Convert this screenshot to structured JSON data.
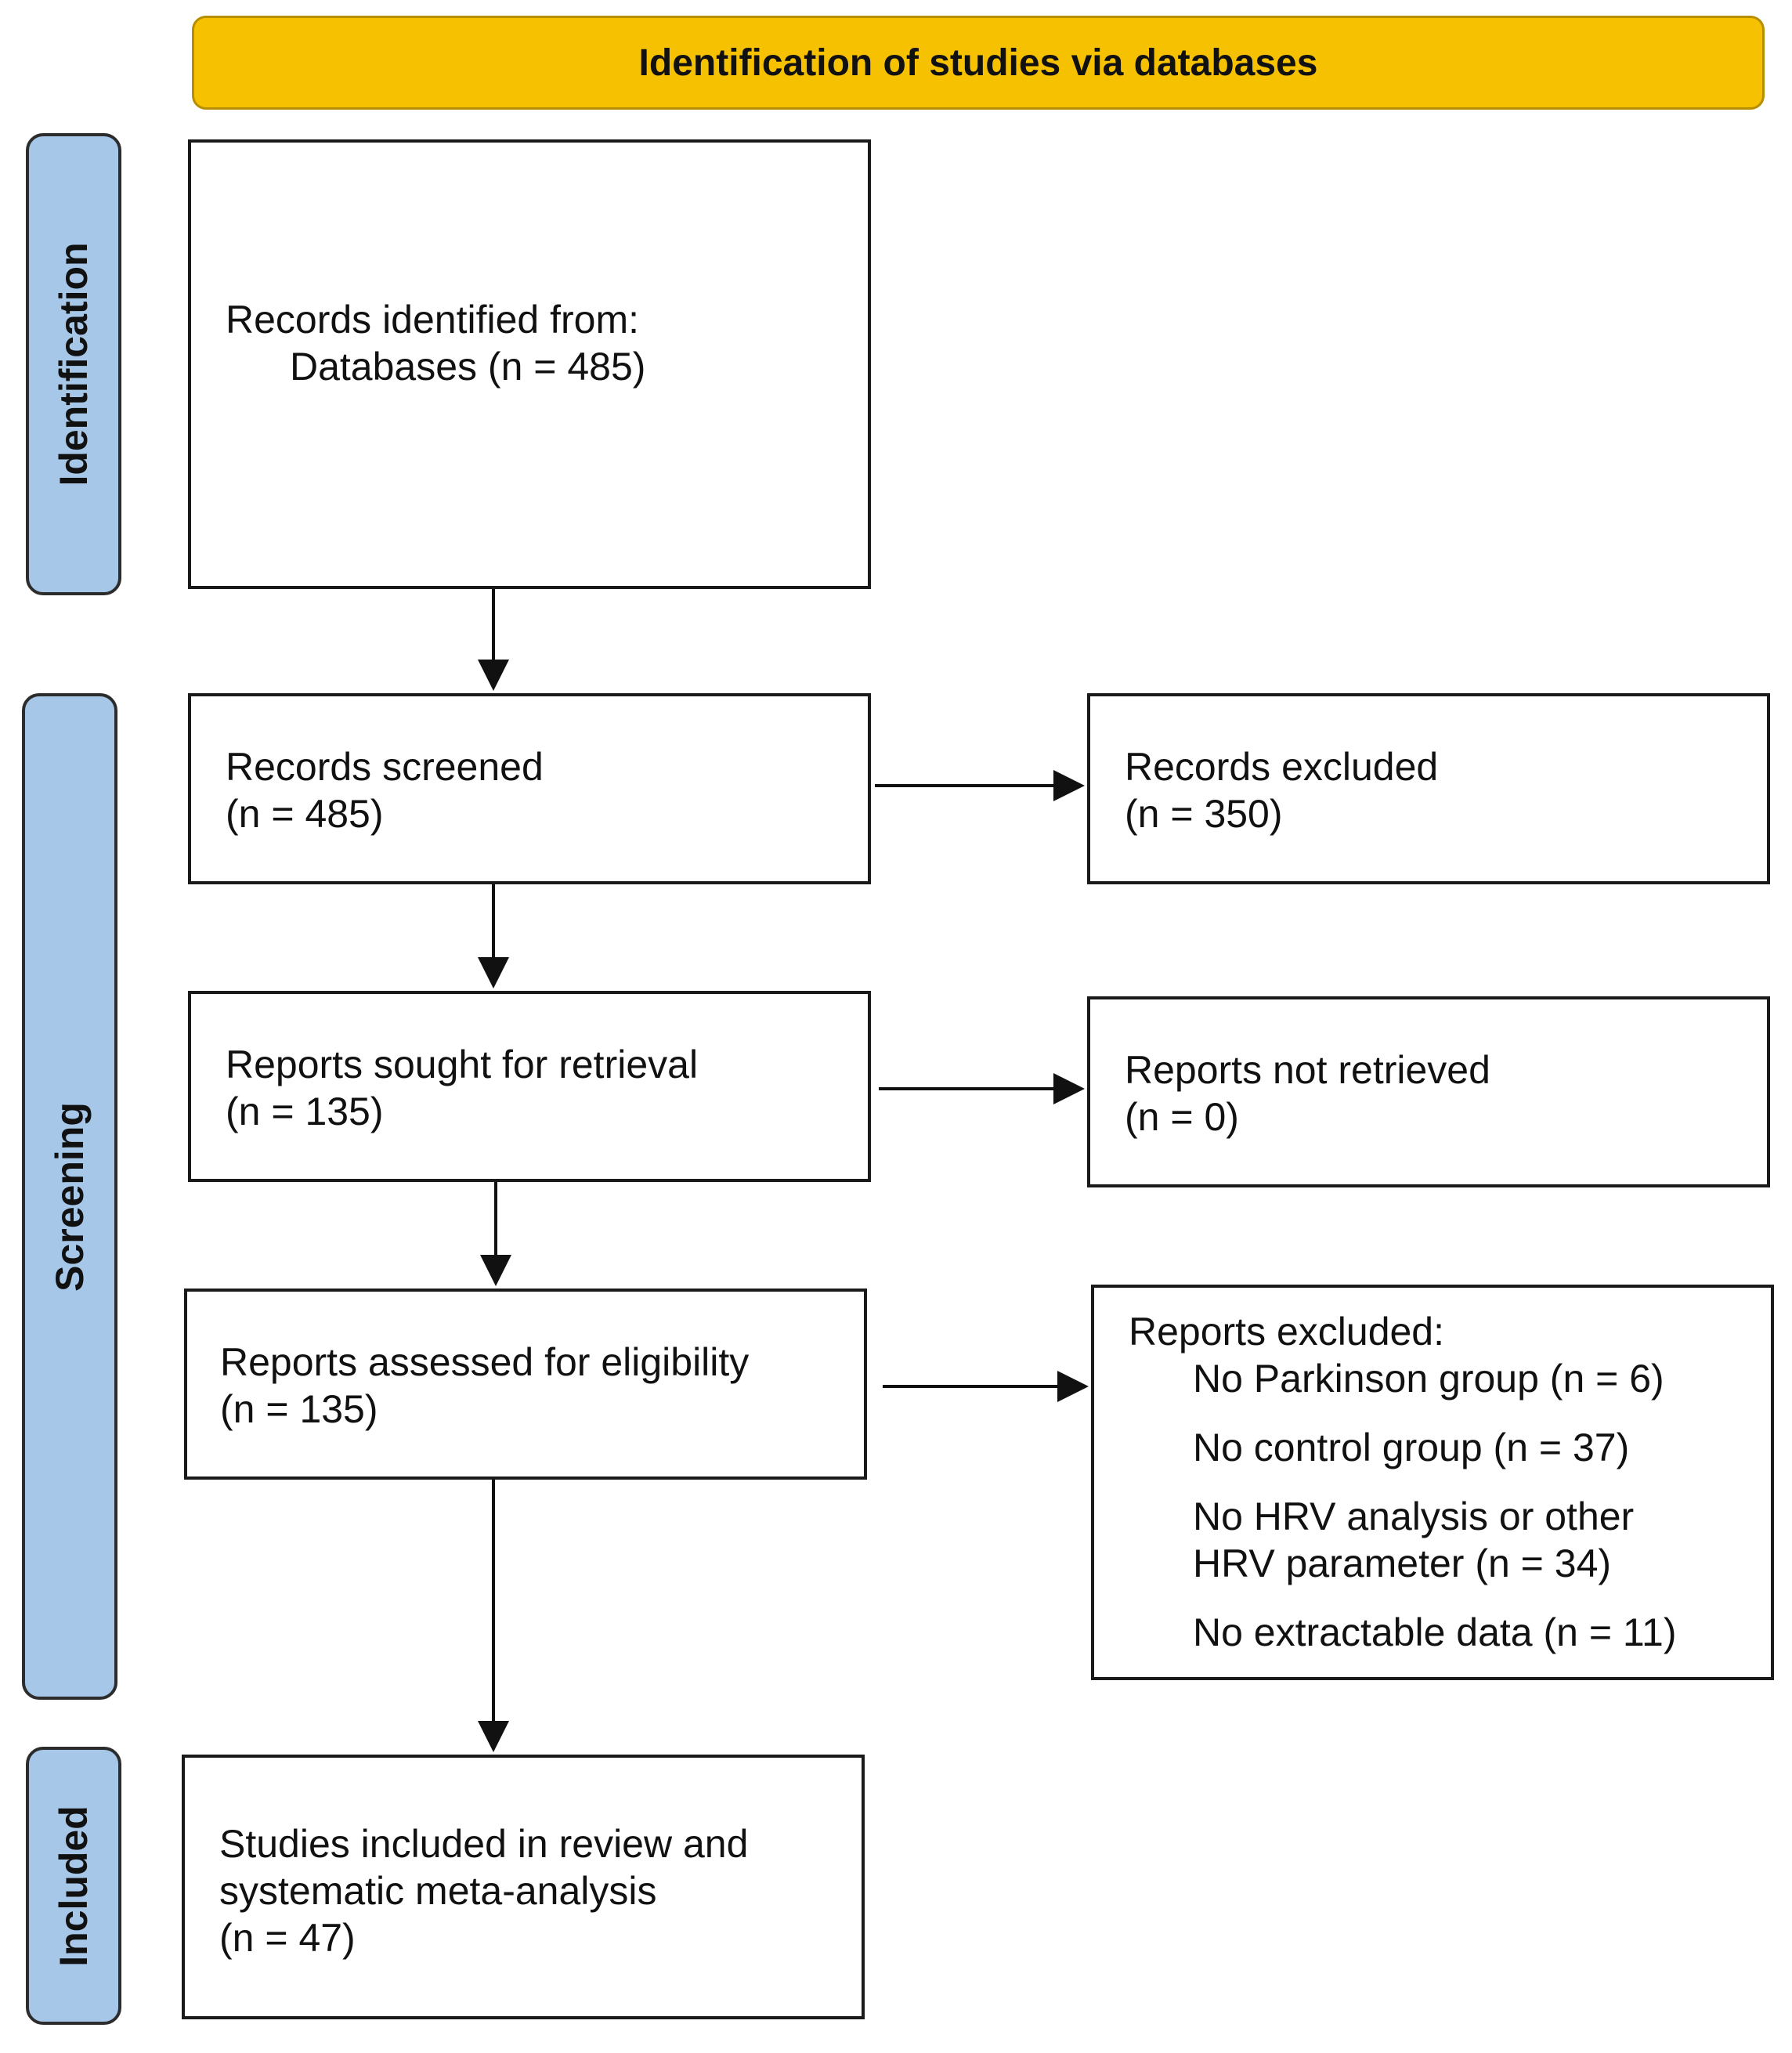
{
  "header": {
    "title": "Identification of studies via databases",
    "color": "#f6c100"
  },
  "phases": {
    "identification": "Identification",
    "screening": "Screening",
    "included": "Included",
    "color": "#a6c7e8"
  },
  "boxes": {
    "identified": {
      "line1": "Records identified from:",
      "line2": "Databases (n = 485)"
    },
    "screened": {
      "line1": "Records screened",
      "line2": "(n = 485)"
    },
    "excluded": {
      "line1": "Records excluded",
      "line2": "(n = 350)"
    },
    "sought": {
      "line1": "Reports sought for retrieval",
      "line2": "(n = 135)"
    },
    "not_retrieved": {
      "line1": "Reports not retrieved",
      "line2": "(n = 0)"
    },
    "assessed": {
      "line1": "Reports assessed for eligibility",
      "line2": "(n = 135)"
    },
    "reports_excluded": {
      "title": "Reports excluded:",
      "reasons": [
        "No Parkinson group (n = 6)",
        "No control group (n = 37)",
        "No HRV analysis or other",
        "HRV parameter (n = 34)",
        "No extractable data (n = 11)"
      ]
    },
    "included": {
      "line1": "Studies included in review and",
      "line2": "systematic meta-analysis",
      "line3": "(n = 47)"
    }
  }
}
